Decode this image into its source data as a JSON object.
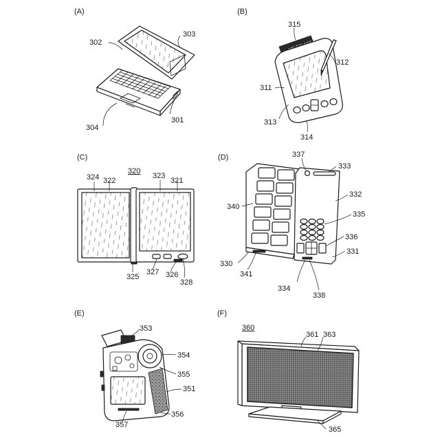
{
  "panels": {
    "A": {
      "label": "(A)",
      "refs": [
        "302",
        "303",
        "304",
        "301"
      ]
    },
    "B": {
      "label": "(B)",
      "refs": [
        "315",
        "312",
        "311",
        "313",
        "314"
      ],
      "card_text": "MS GALAXY"
    },
    "C": {
      "label": "(C)",
      "refs": [
        "320",
        "324",
        "322",
        "323",
        "321",
        "325",
        "327",
        "326",
        "328"
      ]
    },
    "D": {
      "label": "(D)",
      "refs": [
        "337",
        "333",
        "332",
        "340",
        "335",
        "336",
        "330",
        "331",
        "341",
        "334",
        "338"
      ]
    },
    "E": {
      "label": "(E)",
      "refs": [
        "353",
        "354",
        "355",
        "351",
        "357",
        "356"
      ]
    },
    "F": {
      "label": "(F)",
      "refs": [
        "360",
        "361",
        "363",
        "365"
      ]
    }
  }
}
